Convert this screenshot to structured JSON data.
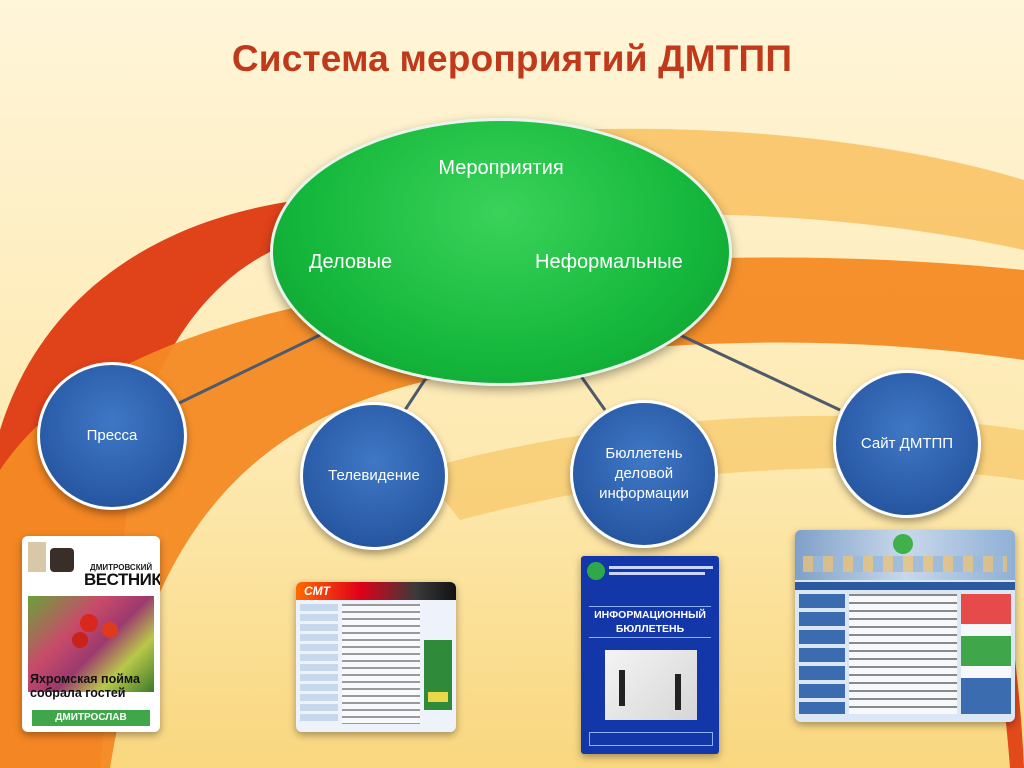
{
  "title": "Система мероприятий ДМТПП",
  "center": {
    "label": "Мероприятия",
    "left": "Деловые",
    "right": "Неформальные"
  },
  "nodes": {
    "press": "Пресса",
    "tv": "Телевидение",
    "bulletin_lines": [
      "Бюллетень",
      "деловой",
      "информации"
    ],
    "site": "Сайт ДМТПП"
  },
  "thumbnails": {
    "newspaper": {
      "masthead_top": "ДМИТРОВСКИЙ",
      "masthead": "ВЕСТНИК",
      "headline_lines": [
        "Яхромская пойма",
        "собрала гостей"
      ],
      "banner": "ДМИТРОСЛАВ"
    },
    "tv": {
      "logo": "СМТ"
    },
    "bulletin": {
      "title_lines": [
        "ИНФОРМАЦИОННЫЙ",
        "БЮЛЛЕТЕНЬ"
      ]
    }
  }
}
